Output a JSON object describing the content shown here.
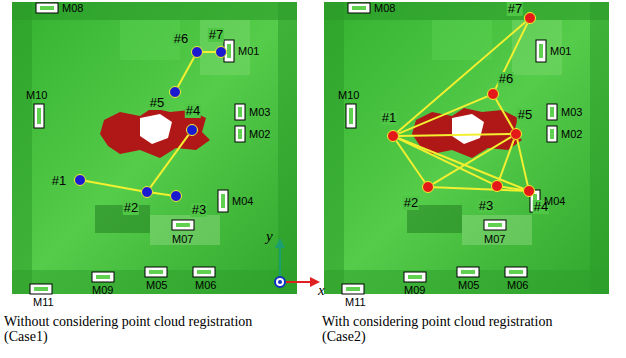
{
  "diagram": {
    "nodes": [
      {
        "text": [
          "#1"
        ]
      },
      {
        "text": [
          "#2"
        ]
      },
      {
        "text": [
          "#3"
        ]
      },
      {
        "text": [
          "#4"
        ]
      },
      {
        "text": [
          "#5"
        ]
      },
      {
        "text": [
          "#6"
        ]
      },
      {
        "text": [
          "#7"
        ]
      },
      {
        "text": [
          "#1"
        ]
      },
      {
        "text": [
          "#2"
        ]
      },
      {
        "text": [
          "#3"
        ]
      },
      {
        "text": [
          "#4"
        ]
      },
      {
        "text": [
          "#5"
        ]
      },
      {
        "text": [
          "#6"
        ]
      },
      {
        "text": [
          "#7"
        ]
      }
    ],
    "edges": [
      {
        "from": 0,
        "to": 1,
        "arrow": "none"
      },
      {
        "from": 1,
        "to": 2,
        "arrow": "none"
      },
      {
        "from": 1,
        "to": 3,
        "arrow": "none"
      },
      {
        "from": 4,
        "to": 5,
        "arrow": "none"
      },
      {
        "from": 5,
        "to": 6,
        "arrow": "none"
      },
      {
        "from": 7,
        "to": 8,
        "arrow": "none"
      },
      {
        "from": 7,
        "to": 9,
        "arrow": "none"
      },
      {
        "from": 7,
        "to": 10,
        "arrow": "none"
      },
      {
        "from": 7,
        "to": 11,
        "arrow": "none"
      },
      {
        "from": 7,
        "to": 12,
        "arrow": "none"
      },
      {
        "from": 7,
        "to": 13,
        "arrow": "none"
      },
      {
        "from": 8,
        "to": 10,
        "arrow": "none"
      },
      {
        "from": 8,
        "to": 11,
        "arrow": "none"
      },
      {
        "from": 9,
        "to": 10,
        "arrow": "none"
      },
      {
        "from": 9,
        "to": 11,
        "arrow": "none"
      },
      {
        "from": 10,
        "to": 11,
        "arrow": "none"
      },
      {
        "from": 11,
        "to": 12,
        "arrow": "none"
      },
      {
        "from": 12,
        "to": 13,
        "arrow": "none"
      }
    ],
    "labels": [
      "M08",
      "M01",
      "M10",
      "M03",
      "M02",
      "M04",
      "M07",
      "M11",
      "M09",
      "M05",
      "M06",
      "M08",
      "M01",
      "M10",
      "M03",
      "M02",
      "M04",
      "M07",
      "M11",
      "M09",
      "M05",
      "M06",
      "y",
      "x",
      "Without considering point cloud registration (Case1)",
      "With considering point cloud registration (Case2)"
    ]
  }
}
